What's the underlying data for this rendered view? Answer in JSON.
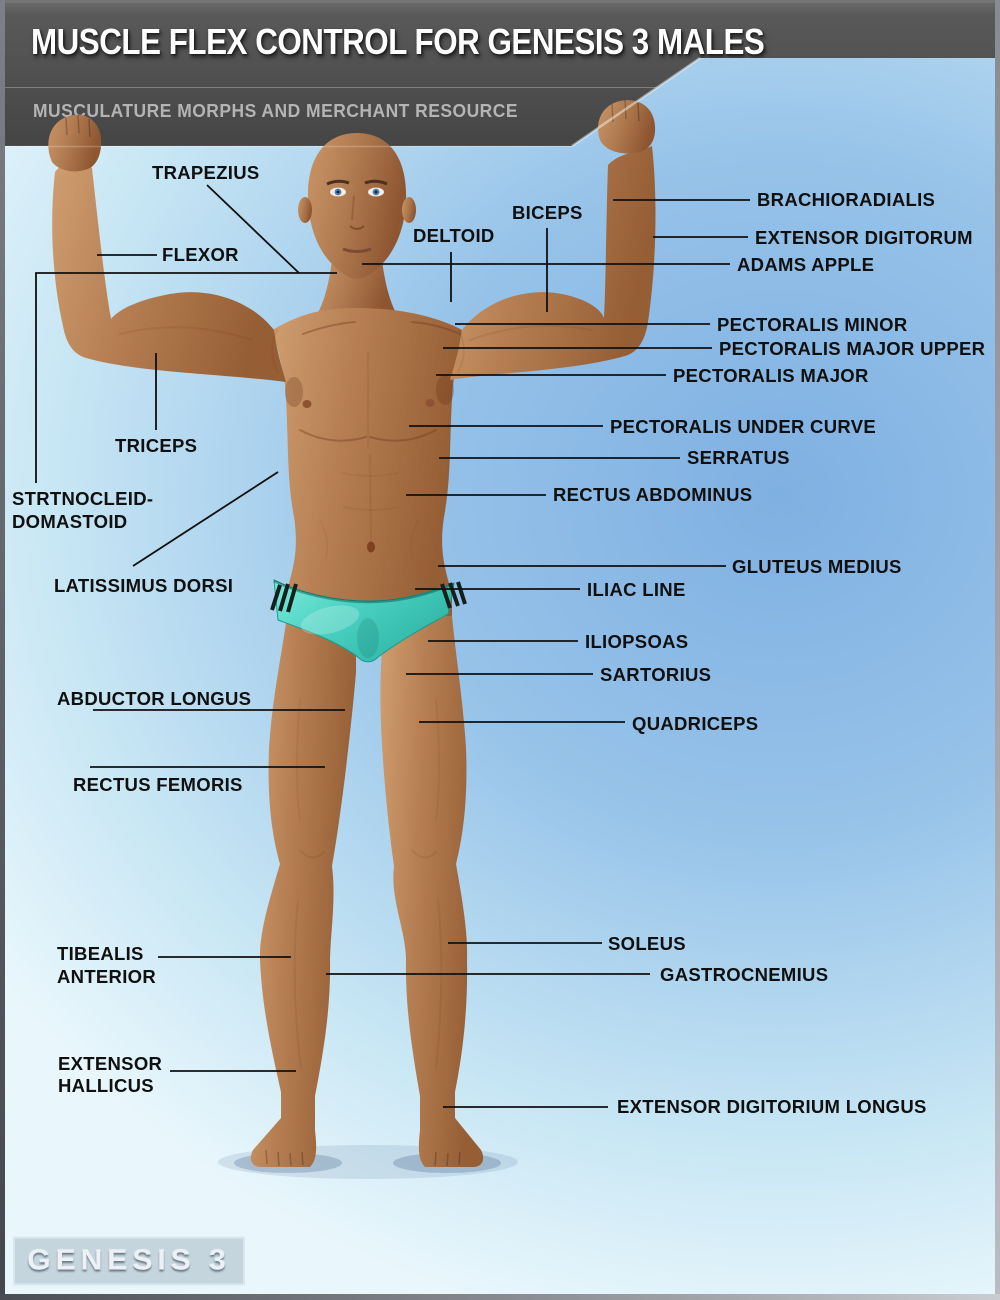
{
  "header": {
    "title": "MUSCLE FLEX CONTROL FOR GENESIS 3 MALES",
    "subtitle": "MUSCULATURE MORPHS AND MERCHANT RESOURCE"
  },
  "logo": {
    "text": "GENESIS 3"
  },
  "figure": {
    "alt": "3D render of a bald muscular male in a front double-biceps pose wearing teal briefs with black side stripes"
  },
  "colors": {
    "banner_gray": "#4f4f4f",
    "subtitle_gray": "#b4b4b4",
    "background_blue": "#8fbce8",
    "background_light": "#e9f7fc",
    "briefs_teal": "#4cd2c2",
    "skin_mid": "#b57e52",
    "label_text": "#101010"
  },
  "labels": {
    "trapezius": "TRAPEZIUS",
    "flexor": "FLEXOR",
    "triceps": "TRICEPS",
    "sternocleidomastoid_line1": "STRTNOCLEID-",
    "sternocleidomastoid_line2": "DOMASTOID",
    "latissimus_dorsi": "LATISSIMUS DORSI",
    "abductor_longus": "ABDUCTOR LONGUS",
    "rectus_femoris": "RECTUS FEMORIS",
    "tibealis_anterior_line1": "TIBEALIS",
    "tibealis_anterior_line2": "ANTERIOR",
    "extensor_hallicus_line1": "EXTENSOR",
    "extensor_hallicus_line2": "HALLICUS",
    "brachioradialis": "BRACHIORADIALIS",
    "biceps": "BICEPS",
    "deltoid": "DELTOID",
    "extensor_digitorum": "EXTENSOR DIGITORUM",
    "adams_apple": "ADAMS APPLE",
    "pectoralis_minor": "PECTORALIS MINOR",
    "pectoralis_major_upper": "PECTORALIS MAJOR UPPER",
    "pectoralis_major": "PECTORALIS MAJOR",
    "pectoralis_under_curve": "PECTORALIS UNDER CURVE",
    "serratus": "SERRATUS",
    "rectus_abdominus": "RECTUS ABDOMINUS",
    "gluteus_medius": "GLUTEUS MEDIUS",
    "iliac_line": "ILIAC LINE",
    "iliopsoas": "ILIOPSOAS",
    "sartorius": "SARTORIUS",
    "quadriceps": "QUADRICEPS",
    "soleus": "SOLEUS",
    "gastrocnemius": "GASTROCNEMIUS",
    "extensor_digitorium_longus": "EXTENSOR DIGITORIUM LONGUS"
  }
}
